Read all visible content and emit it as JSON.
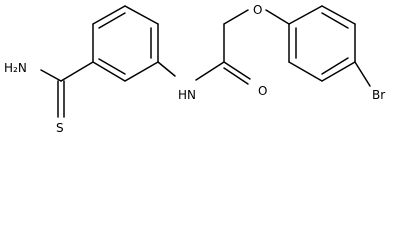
{
  "labels": {
    "amine": "H₂N",
    "sulfur": "S",
    "amide_nh": "N",
    "amide_h": "H",
    "ether_o": "O",
    "carbonyl_o": "O",
    "bromine": "Br"
  },
  "colors": {
    "bond": "#000000",
    "text": "#000000",
    "background": "#ffffff"
  }
}
